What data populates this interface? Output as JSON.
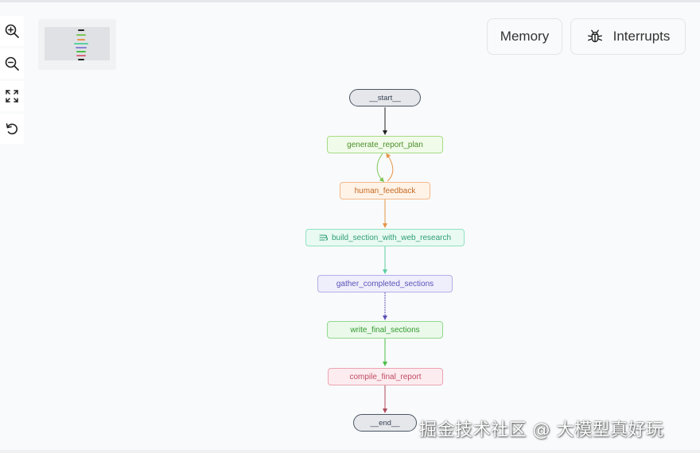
{
  "toolbar": {
    "memory_label": "Memory",
    "interrupts_label": "Interrupts"
  },
  "zoom_controls": [
    "zoom-in-icon",
    "zoom-out-icon",
    "fit-view-icon",
    "reset-icon"
  ],
  "graph": {
    "start": "__start__",
    "end": "__end__",
    "nodes": [
      {
        "key": "generate_report_plan",
        "label": "generate_report_plan",
        "color": "#7cc556"
      },
      {
        "key": "human_feedback",
        "label": "human_feedback",
        "color": "#e8954a"
      },
      {
        "key": "build_section_with_web_research",
        "label": "build_section_with_web_research",
        "color": "#5ccfa2",
        "subgraph": true
      },
      {
        "key": "gather_completed_sections",
        "label": "gather_completed_sections",
        "color": "#8a84d8"
      },
      {
        "key": "write_final_sections",
        "label": "write_final_sections",
        "color": "#4cbf4a"
      },
      {
        "key": "compile_final_report",
        "label": "compile_final_report",
        "color": "#d9687e"
      }
    ]
  },
  "watermark": "掘金技术社区 @ 大模型真好玩"
}
